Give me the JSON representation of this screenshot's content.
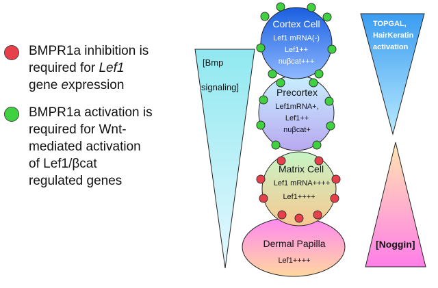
{
  "colors": {
    "red_dot": "#e8404a",
    "green_dot": "#3fd13f",
    "cortex_top": "#1a5fe0",
    "cortex_bottom": "#8fb8ff",
    "precortex_top": "#c8f0ff",
    "precortex_bottom": "#b8a8f0",
    "matrix_top": "#c6f5c6",
    "matrix_bottom": "#f8c890",
    "papilla_top": "#ff88f0",
    "papilla_bottom": "#ffd7a0",
    "left_triangle_top": "#90e8f0",
    "right_triangle_top": "#3a9cf0",
    "noggin_triangle_bottom": "#ff7ee8"
  },
  "legend": {
    "red_item": {
      "dot_color": "red",
      "line1": "BMPR1a inhibition is",
      "line2": "required for ",
      "line2_italic": "Lef1",
      "line3_a": "gene ",
      "line3_italic": "e",
      "line3_b": "xpression"
    },
    "green_item": {
      "dot_color": "green",
      "line1": "BMPR1a activation is",
      "line2": "required for Wnt-",
      "line3": "mediated activation",
      "line4": "of Lef1/βcat",
      "line5": "regulated genes"
    }
  },
  "triangles": {
    "bmp_label_line1": "[Bmp",
    "bmp_label_line2": "signaling]",
    "topgal_label_line1": "TOPGAL,",
    "topgal_label_line2": "HairKeratin",
    "topgal_label_line3": "activation",
    "noggin_label": "[Noggin]"
  },
  "cells": {
    "cortex": {
      "title": "Cortex Cell",
      "line1": "Lef1 mRNA(-)",
      "line2": "Lef1++",
      "line3": "nuβcat+++"
    },
    "precortex": {
      "title": "Precortex",
      "line1": "Lef1mRNA+,",
      "line2": "Lef1++",
      "line3": "nuβcat+"
    },
    "matrix": {
      "title": "Matrix Cell",
      "line1": "Lef1 mRNA++++",
      "line2": "Lef1++++"
    },
    "papilla": {
      "title": "Dermal Papilla",
      "line1": "Lef1++++"
    }
  }
}
